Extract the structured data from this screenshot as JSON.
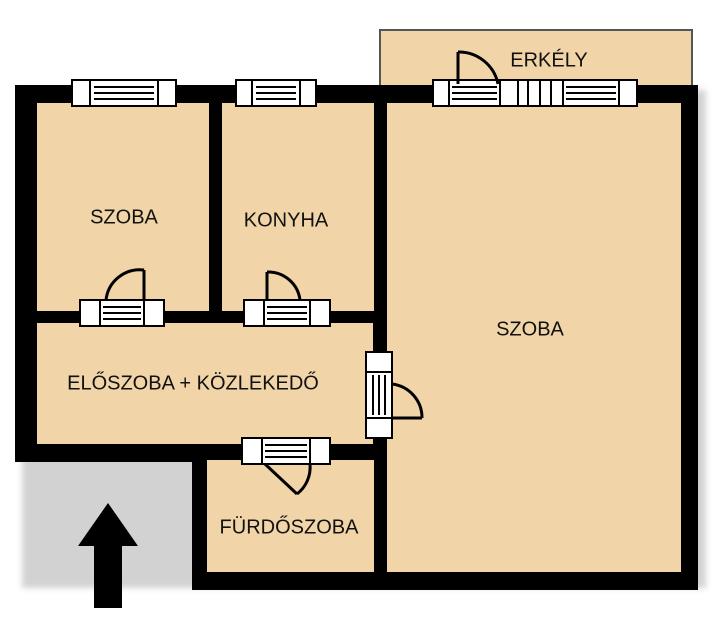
{
  "rooms": {
    "balcony": "ERKÉLY",
    "room_left": "SZOBA",
    "kitchen": "KONYHA",
    "room_main": "SZOBA",
    "hallway": "ELŐSZOBA + KÖZLEKEDŐ",
    "bathroom": "FÜRDŐSZOBA"
  },
  "colors": {
    "floor": "#f1d5a8",
    "wall": "#000000",
    "window_frame": "#ffffff",
    "shadow": "#bdbdbd"
  },
  "icons": {
    "entrance": "arrow-up-icon",
    "door": "door-swing-icon",
    "window": "window-icon"
  }
}
